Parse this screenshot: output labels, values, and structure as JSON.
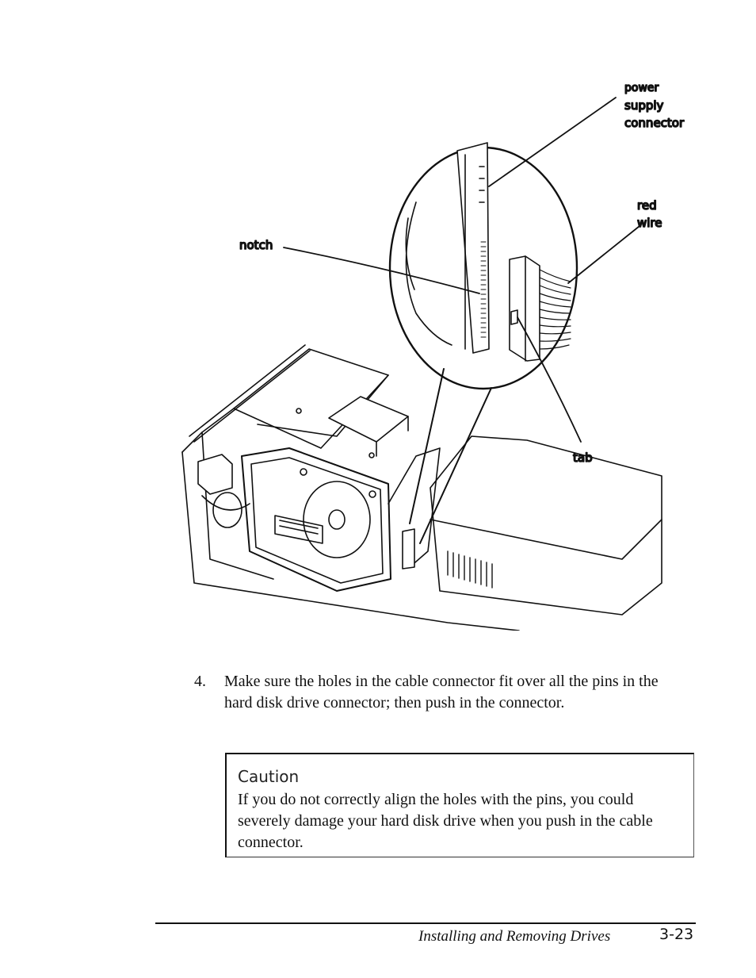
{
  "figure": {
    "labels": {
      "power": "power",
      "supply": "supply",
      "connector": "connector",
      "red": "red",
      "wire": "wire",
      "notch": "notch",
      "tab": "tab"
    }
  },
  "step": {
    "number": "4.",
    "text": "Make sure the holes in the cable connector fit over all the pins in the hard disk drive connector; then push in the connector."
  },
  "caution": {
    "title": "Caution",
    "text": "If you do not correctly align the holes with the pins, you could severely damage your hard disk drive when you push in the cable connector."
  },
  "footer": {
    "chapter_title": "Installing and Removing Drives",
    "page_number": "3-23"
  }
}
